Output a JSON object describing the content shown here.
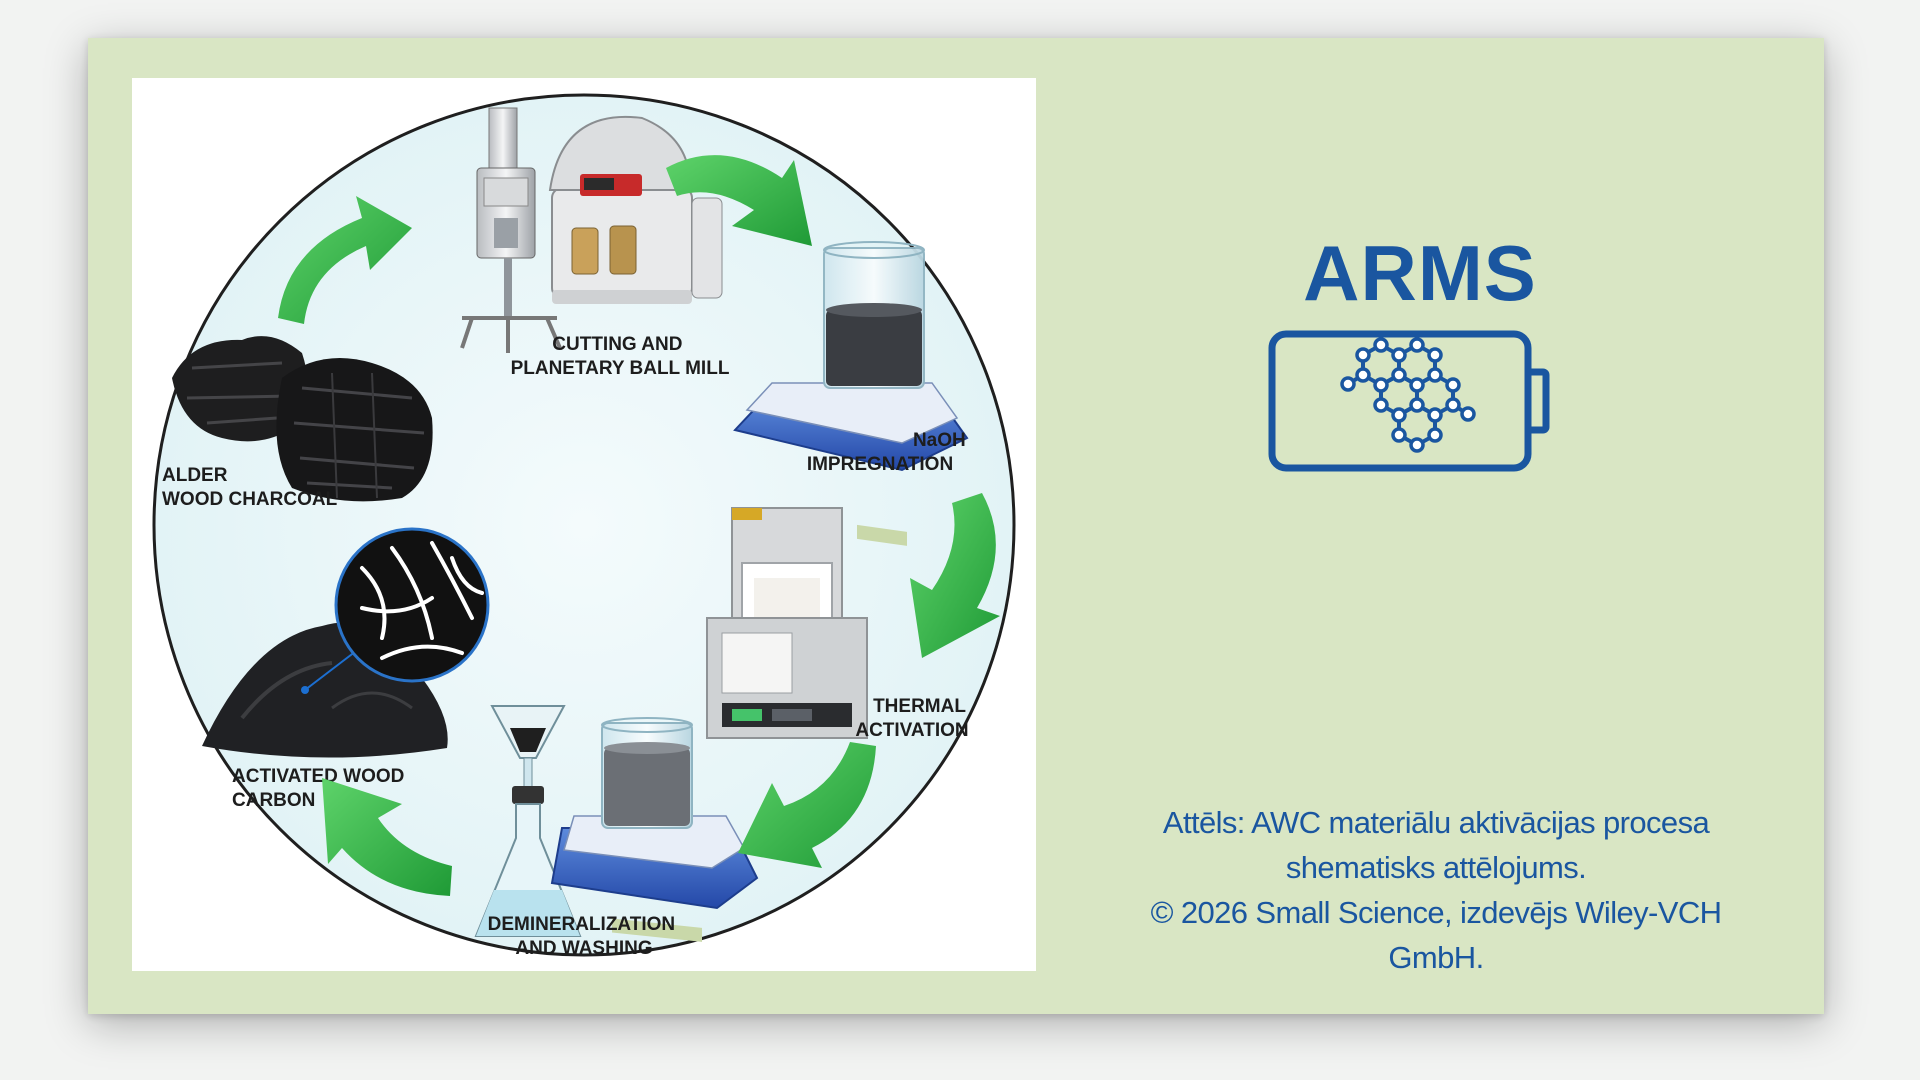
{
  "diagram": {
    "steps": [
      {
        "id": "cutting",
        "lines": [
          "CUTTING AND",
          "PLANETARY BALL MILL"
        ]
      },
      {
        "id": "naoh",
        "lines": [
          "NaOH",
          "IMPREGNATION"
        ]
      },
      {
        "id": "thermal",
        "lines": [
          "THERMAL",
          "ACTIVATION"
        ]
      },
      {
        "id": "demineralization",
        "lines": [
          "DEMINERALIZATION",
          "AND WASHING"
        ]
      },
      {
        "id": "awc",
        "lines": [
          "ACTIVATED WOOD",
          "CARBON"
        ]
      },
      {
        "id": "alder",
        "lines": [
          "ALDER",
          "WOOD CHARCOAL"
        ]
      }
    ],
    "colors": {
      "arrow": "#2fb344",
      "circle": "#1f1f1f",
      "circle_fill": "#e9f6f8"
    }
  },
  "brand": {
    "title": "ARMS",
    "logo_icon": "battery-graphene-icon",
    "color": "#1a56a0"
  },
  "caption": {
    "lines": [
      "Attēls: AWC materiālu aktivācijas procesa",
      "shematisks attēlojums.",
      "© 2026 Small Science, izdevējs Wiley-VCH",
      "GmbH."
    ]
  },
  "colors": {
    "panel_bg": "#d9e6c4",
    "accent": "#1a56a0"
  }
}
